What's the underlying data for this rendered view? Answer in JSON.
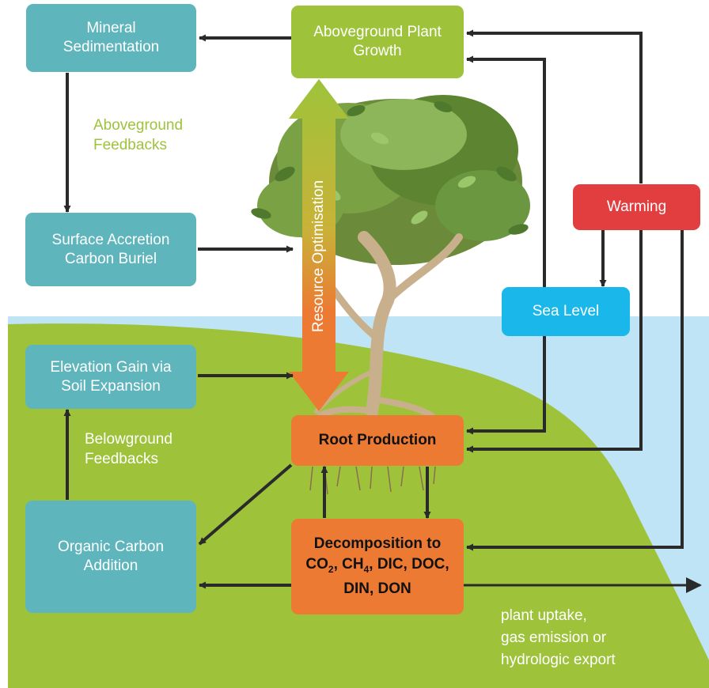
{
  "colors": {
    "water": "#bfe4f6",
    "land": "#9ec33b",
    "teal_box": "#5fb5bc",
    "green_box": "#9ec33b",
    "orange_box": "#ec7a33",
    "warming": "#e23d3f",
    "sea_level": "#1ab8ea",
    "arrow": "#2a2a2a",
    "label_green": "#9ec33b"
  },
  "boxes": {
    "mineral_sedimentation": [
      "Mineral",
      "Sedimentation"
    ],
    "aboveground_plant_growth": [
      "Aboveground Plant",
      "Growth"
    ],
    "surface_accretion": [
      "Surface Accretion",
      "Carbon Buriel"
    ],
    "warming": "Warming",
    "sea_level": "Sea Level",
    "elevation_gain": [
      "Elevation Gain via",
      "Soil Expansion"
    ],
    "root_production": "Root Production",
    "organic_carbon": [
      "Organic Carbon",
      "Addition"
    ],
    "decomposition": {
      "line1": "Decomposition to",
      "co2": "CO",
      "co2_sub": "2",
      "ch4": "CH",
      "ch4_sub": "4",
      "rest": ", DIC, DOC,",
      "line3": "DIN, DON"
    }
  },
  "labels": {
    "aboveground_feedbacks": [
      "Aboveground",
      "Feedbacks"
    ],
    "belowground_feedbacks": [
      "Belowground",
      "Feedbacks"
    ],
    "resource_optimisation": "Resource Optimisation",
    "export": [
      "plant uptake,",
      "gas emission or",
      "hydrologic export"
    ]
  },
  "icons": {
    "tree": "mangrove-tree-icon"
  }
}
